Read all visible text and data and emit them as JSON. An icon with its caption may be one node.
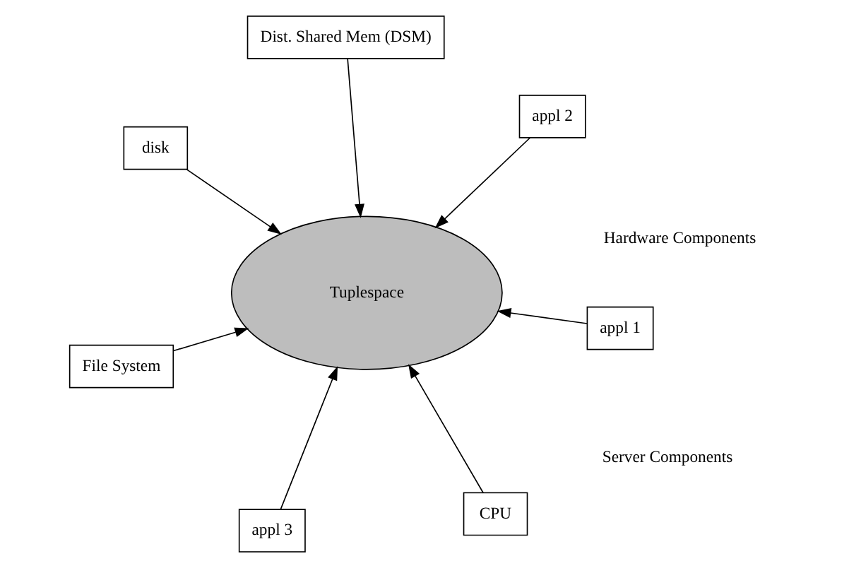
{
  "diagram": {
    "nodes": [
      {
        "text": [
          "File System"
        ]
      },
      {
        "text": [
          "appl 1"
        ]
      },
      {
        "text": [
          "Tuplespace"
        ]
      },
      {
        "text": [
          "Dist. Shared Mem (DSM)"
        ]
      },
      {
        "text": [
          "appl 2"
        ]
      },
      {
        "text": [
          "disk"
        ]
      },
      {
        "text": [
          "appl 3"
        ]
      },
      {
        "text": [
          "CPU"
        ]
      }
    ],
    "edges": [
      {
        "from": 0,
        "to": 2,
        "arrow": "to"
      },
      {
        "from": 1,
        "to": 2,
        "arrow": "to"
      },
      {
        "from": 3,
        "to": 2,
        "arrow": "to"
      },
      {
        "from": 4,
        "to": 2,
        "arrow": "to"
      },
      {
        "from": 5,
        "to": 2,
        "arrow": "to"
      },
      {
        "from": 6,
        "to": 2,
        "arrow": "to"
      },
      {
        "from": 7,
        "to": 2,
        "arrow": "to"
      }
    ],
    "labels": [
      "Server Components",
      "Hardware Components"
    ]
  }
}
